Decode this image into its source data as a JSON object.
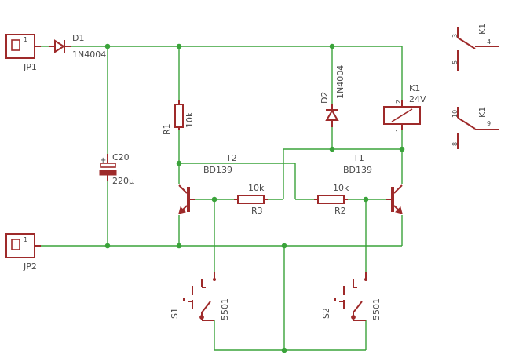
{
  "labels": {
    "jp1": "JP1",
    "jp1_pin": "1",
    "jp2": "JP2",
    "jp2_pin": "1",
    "d1_name": "D1",
    "d1_value": "1N4004",
    "d2_name": "D2",
    "d2_value": "1N4004",
    "r1_name": "R1",
    "r1_value": "10k",
    "r2_name": "R2",
    "r2_value": "10k",
    "r3_name": "R3",
    "r3_value": "10k",
    "c20_name": "C20",
    "c20_value": "220µ",
    "t1_name": "T1",
    "t1_value": "BD139",
    "t2_name": "T2",
    "t2_value": "BD139",
    "k1_name": "K1",
    "k1_value": "24V",
    "k1_pin1": "1",
    "k1_pin2": "2",
    "s1_name": "S1",
    "s1_value": "5501",
    "s2_name": "S2",
    "s2_value": "5501",
    "k1b_name": "K1",
    "k1b_pin3": "3",
    "k1b_pin4": "4",
    "k1b_pin5": "5",
    "k1c_name": "K1",
    "k1c_pin10": "10",
    "k1c_pin9": "9",
    "k1c_pin8": "8"
  }
}
